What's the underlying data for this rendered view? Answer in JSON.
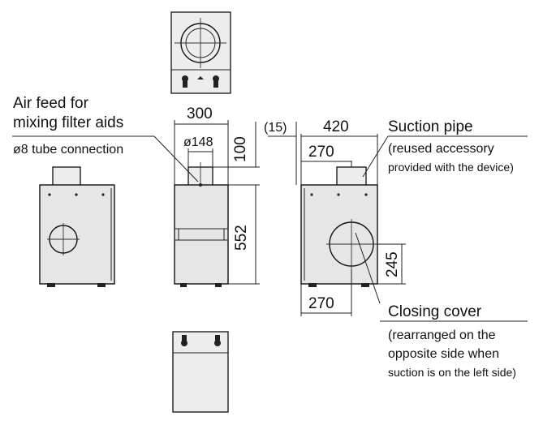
{
  "labels": {
    "air_feed_line1": "Air feed for",
    "air_feed_line2": "mixing filter aids",
    "tube_connection": "ø8 tube connection",
    "suction_pipe": "Suction pipe",
    "suction_pipe_note1": "(reused accessory",
    "suction_pipe_note2": "provided with the device)",
    "closing_cover": "Closing cover",
    "closing_cover_note1": "(rearranged on the",
    "closing_cover_note2": "opposite side when",
    "closing_cover_note3": "suction is on the left side)"
  },
  "dimensions": {
    "width_front": "300",
    "pipe_diameter": "ø148",
    "pipe_height": "100",
    "body_height": "552",
    "offset": "(15)",
    "width_side": "420",
    "pipe_position": "270",
    "cover_height": "245",
    "cover_position": "270"
  }
}
